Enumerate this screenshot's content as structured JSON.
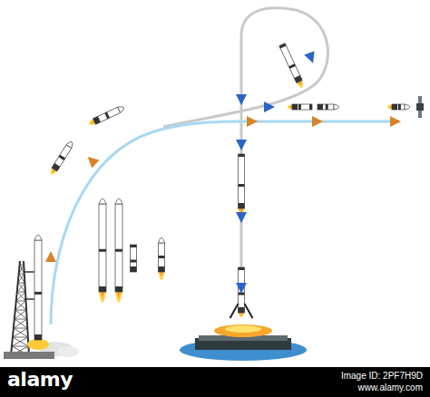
{
  "diagram": {
    "labels": [
      "alamy",
      "Image ID: 2PF7H9D",
      "www.alamy.com"
    ]
  }
}
